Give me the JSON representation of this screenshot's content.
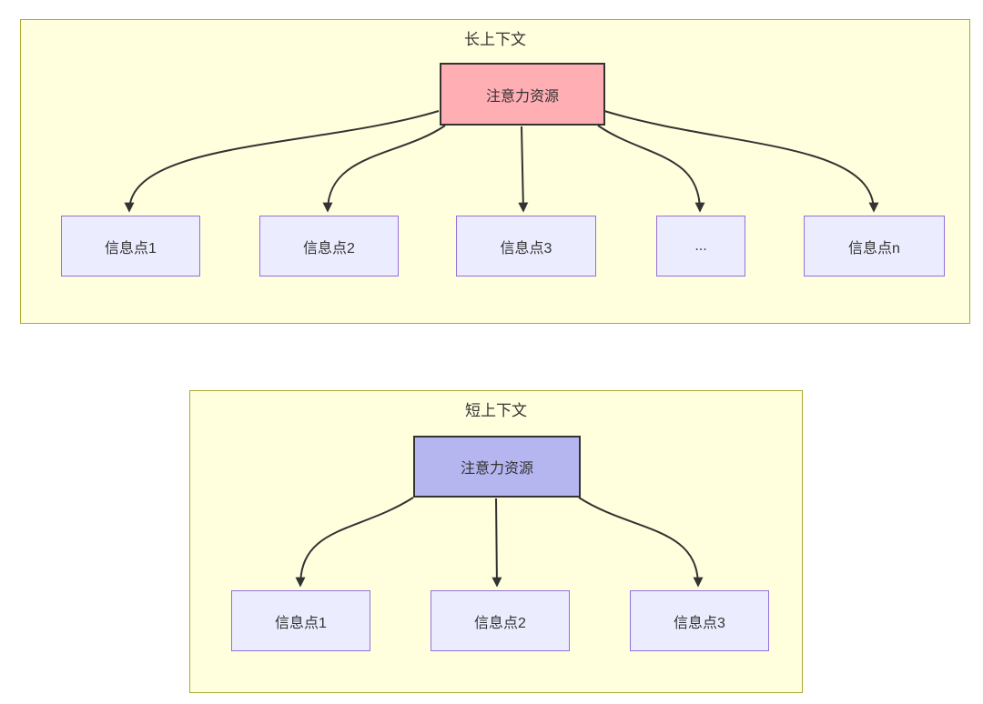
{
  "long_context": {
    "title": "长上下文",
    "attention_label": "注意力资源",
    "info_nodes": [
      "信息点1",
      "信息点2",
      "信息点3",
      "...",
      "信息点n"
    ]
  },
  "short_context": {
    "title": "短上下文",
    "attention_label": "注意力资源",
    "info_nodes": [
      "信息点1",
      "信息点2",
      "信息点3"
    ]
  },
  "colors": {
    "container_fill": "#ffffde",
    "container_border": "#aaaa33",
    "node_fill": "#ececff",
    "node_border": "#9370db",
    "attention_long_fill": "#ffaeb4",
    "attention_short_fill": "#b5b5f0",
    "attention_border": "#333333",
    "arrow_color": "#333333",
    "text_color": "#333333"
  }
}
